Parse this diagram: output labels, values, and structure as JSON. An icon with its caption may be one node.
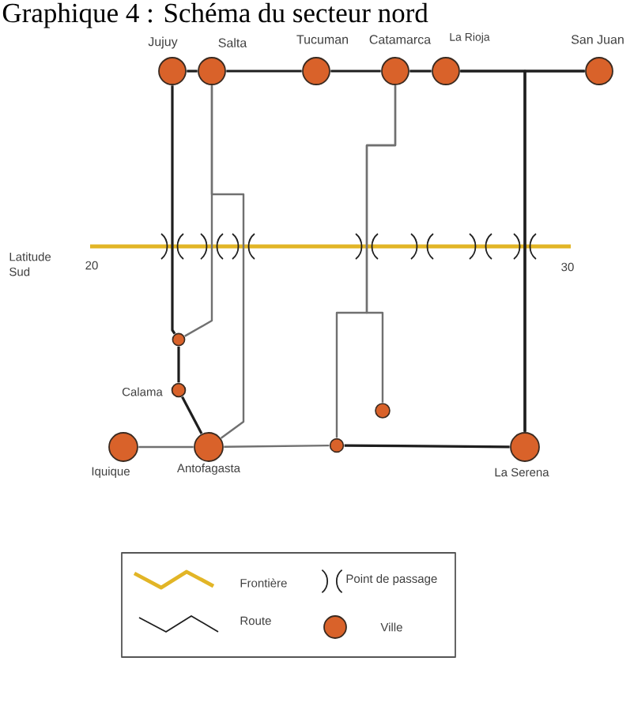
{
  "diagram": {
    "title": "Graphique 4 : Schéma du secteur nord",
    "nodes": [
      {
        "text": [
          "Jujuy"
        ]
      },
      {
        "text": [
          "Salta"
        ]
      },
      {
        "text": [
          "Tucuman"
        ]
      },
      {
        "text": [
          "Catamarca"
        ]
      },
      {
        "text": [
          "La Rioja"
        ]
      },
      {
        "text": [
          "San Juan"
        ]
      },
      {
        "text": [],
        "shape": "circle"
      },
      {
        "text": [
          "Calama"
        ]
      },
      {
        "text": [
          "Iquique"
        ]
      },
      {
        "text": [
          "Antofagasta"
        ]
      },
      {
        "text": [],
        "shape": "circle"
      },
      {
        "text": [],
        "shape": "circle"
      },
      {
        "text": [
          "La Serena"
        ]
      }
    ],
    "edges": [
      {
        "from": 0,
        "to": 1,
        "arrow": "none"
      },
      {
        "from": 1,
        "to": 2,
        "arrow": "none"
      },
      {
        "from": 2,
        "to": 3,
        "arrow": "none"
      },
      {
        "from": 3,
        "to": 4,
        "arrow": "none"
      },
      {
        "from": 4,
        "to": 5,
        "arrow": "none"
      },
      {
        "from": 0,
        "to": 6,
        "arrow": "none"
      },
      {
        "from": 1,
        "to": 6,
        "arrow": "none",
        "color": "#707070"
      },
      {
        "from": 1,
        "to": 9,
        "arrow": "none",
        "color": "#707070"
      },
      {
        "from": 6,
        "to": 7,
        "arrow": "none"
      },
      {
        "from": 7,
        "to": 9,
        "arrow": "none"
      },
      {
        "from": 8,
        "to": 9,
        "arrow": "none",
        "color": "#707070"
      },
      {
        "from": 9,
        "to": 11,
        "arrow": "none",
        "color": "#707070"
      },
      {
        "from": 11,
        "to": 12,
        "arrow": "none"
      },
      {
        "from": 3,
        "to": 11,
        "arrow": "none",
        "color": "#707070"
      },
      {
        "from": 3,
        "to": 10,
        "arrow": "none",
        "color": "#707070"
      },
      {
        "from": 12,
        "to": 4,
        "arrow": "none"
      },
      {
        "from": 12,
        "to": 5,
        "arrow": "none"
      }
    ],
    "labels": [
      "Latitude Sud",
      "20",
      "30"
    ],
    "legend": [
      {
        "text": "Frontière"
      },
      {
        "text": "Point de passage"
      },
      {
        "text": "Route"
      },
      {
        "text": "Ville"
      }
    ]
  }
}
